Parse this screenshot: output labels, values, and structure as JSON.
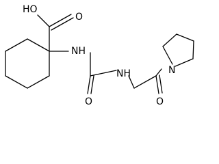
{
  "molecule": {
    "labels": {
      "carboxyl_oh": "HO",
      "carboxyl_o": "O",
      "amine_nh_1": "NH",
      "urea_o": "O",
      "amine_nh_2": "NH",
      "amide_o": "O",
      "pyrrolidine_n": "N"
    }
  }
}
